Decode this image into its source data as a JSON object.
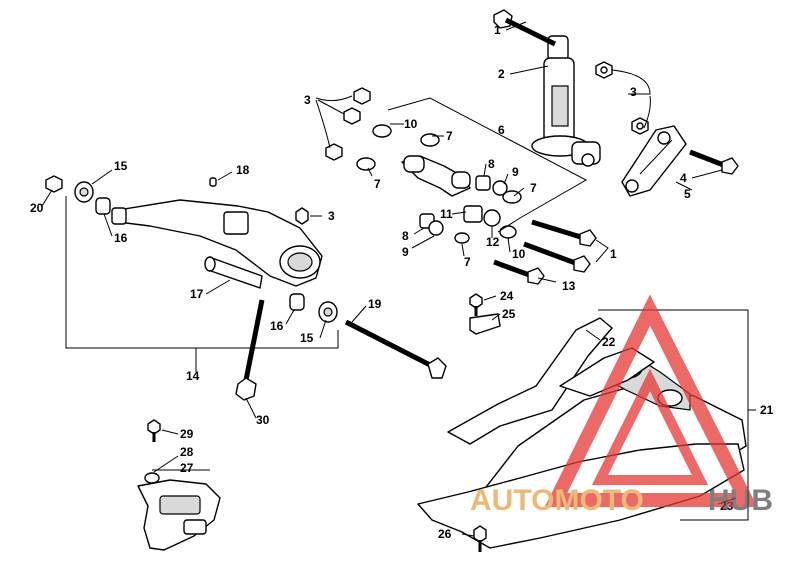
{
  "diagram": {
    "callouts": [
      {
        "id": "c1a",
        "label": "1"
      },
      {
        "id": "c2",
        "label": "2"
      },
      {
        "id": "c3a",
        "label": "3"
      },
      {
        "id": "c3b",
        "label": "3"
      },
      {
        "id": "c4",
        "label": "4"
      },
      {
        "id": "c5",
        "label": "5"
      },
      {
        "id": "c6",
        "label": "6"
      },
      {
        "id": "c7a",
        "label": "7"
      },
      {
        "id": "c7b",
        "label": "7"
      },
      {
        "id": "c7c",
        "label": "7"
      },
      {
        "id": "c7d",
        "label": "7"
      },
      {
        "id": "c8a",
        "label": "8"
      },
      {
        "id": "c8b",
        "label": "8"
      },
      {
        "id": "c9a",
        "label": "9"
      },
      {
        "id": "c9b",
        "label": "9"
      },
      {
        "id": "c10a",
        "label": "10"
      },
      {
        "id": "c10b",
        "label": "10"
      },
      {
        "id": "c11",
        "label": "11"
      },
      {
        "id": "c12",
        "label": "12"
      },
      {
        "id": "c1b",
        "label": "1"
      },
      {
        "id": "c13",
        "label": "13"
      },
      {
        "id": "c15a",
        "label": "15"
      },
      {
        "id": "c15b",
        "label": "15"
      },
      {
        "id": "c16a",
        "label": "16"
      },
      {
        "id": "c16b",
        "label": "16"
      },
      {
        "id": "c17",
        "label": "17"
      },
      {
        "id": "c18",
        "label": "18"
      },
      {
        "id": "c20",
        "label": "20"
      },
      {
        "id": "c3c",
        "label": "3"
      },
      {
        "id": "c14",
        "label": "14"
      },
      {
        "id": "c19",
        "label": "19"
      },
      {
        "id": "c30",
        "label": "30"
      },
      {
        "id": "c24",
        "label": "24"
      },
      {
        "id": "c25",
        "label": "25"
      },
      {
        "id": "c22",
        "label": "22"
      },
      {
        "id": "c21",
        "label": "21"
      },
      {
        "id": "c23",
        "label": "23"
      },
      {
        "id": "c26",
        "label": "26"
      },
      {
        "id": "c29",
        "label": "29"
      },
      {
        "id": "c28",
        "label": "28"
      },
      {
        "id": "c27",
        "label": "27"
      }
    ]
  },
  "watermark": {
    "brand_left": "AUTOMOTO",
    "brand_right": "HUB",
    "color_left": "#e8a24a",
    "color_right": "#555555",
    "logo_color": "#e53935"
  }
}
